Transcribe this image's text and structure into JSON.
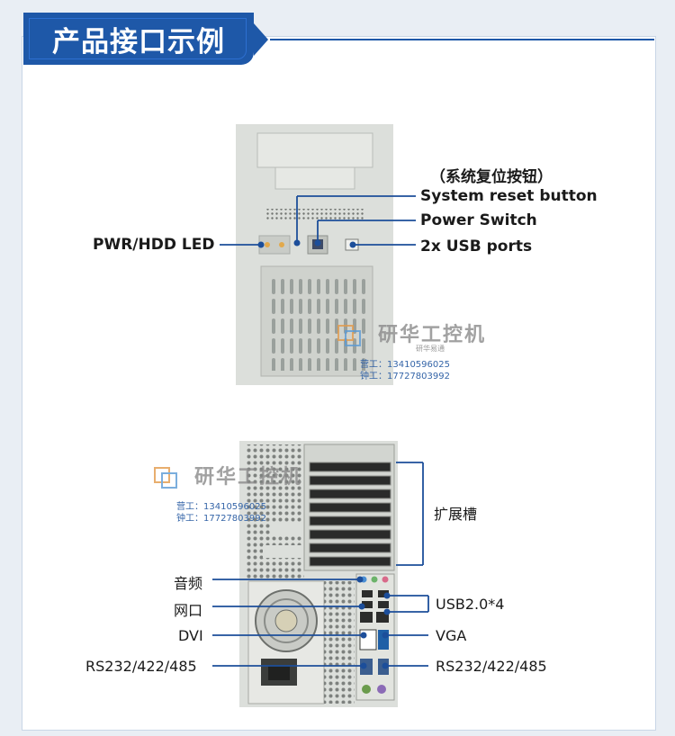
{
  "header": {
    "title": "产品接口示例"
  },
  "front_labels": {
    "reset_cn": "（系统复位按钮）",
    "reset_en": "System reset button",
    "power": "Power Switch",
    "usb": "2x USB ports",
    "led": "PWR/HDD LED"
  },
  "rear_labels": {
    "audio": "音频",
    "lan": "网口",
    "dvi": "DVI",
    "rs_left": "RS232/422/485",
    "expansion": "扩展槽",
    "usb": "USB2.0*4",
    "vga": "VGA",
    "rs_right": "RS232/422/485"
  },
  "watermark": {
    "brand": "研华工控机",
    "sub": "研华易通",
    "contact1": "营工：13410596025",
    "contact2": "钟工：17727803992"
  },
  "colors": {
    "accent": "#1e58a8",
    "line": "#1c4e9a",
    "chassis": "#dcdfdb"
  }
}
